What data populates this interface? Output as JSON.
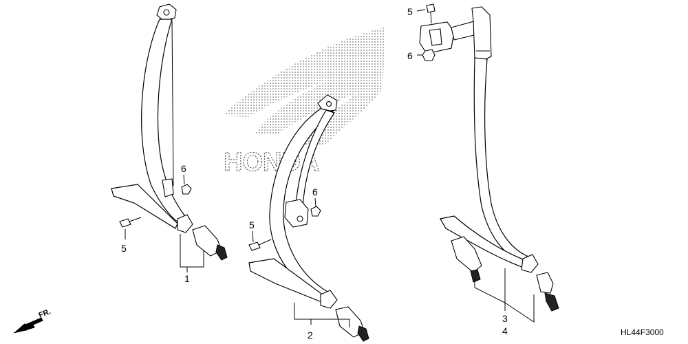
{
  "logo": {
    "name": "honda-wing-logo",
    "wordmark": "HONDA"
  },
  "callouts": {
    "belt1": {
      "assembly": "1",
      "bolt": "5",
      "nut": "6"
    },
    "belt2": {
      "assembly": "2",
      "bolt": "5",
      "nut": "6"
    },
    "belt34": {
      "assembly_a": "3",
      "assembly_b": "4",
      "bolt": "5",
      "nut": "6"
    }
  },
  "direction_marker": {
    "label": "FR.",
    "icon": "front-direction-arrow-icon"
  },
  "diagram_code": "HL44F3000"
}
